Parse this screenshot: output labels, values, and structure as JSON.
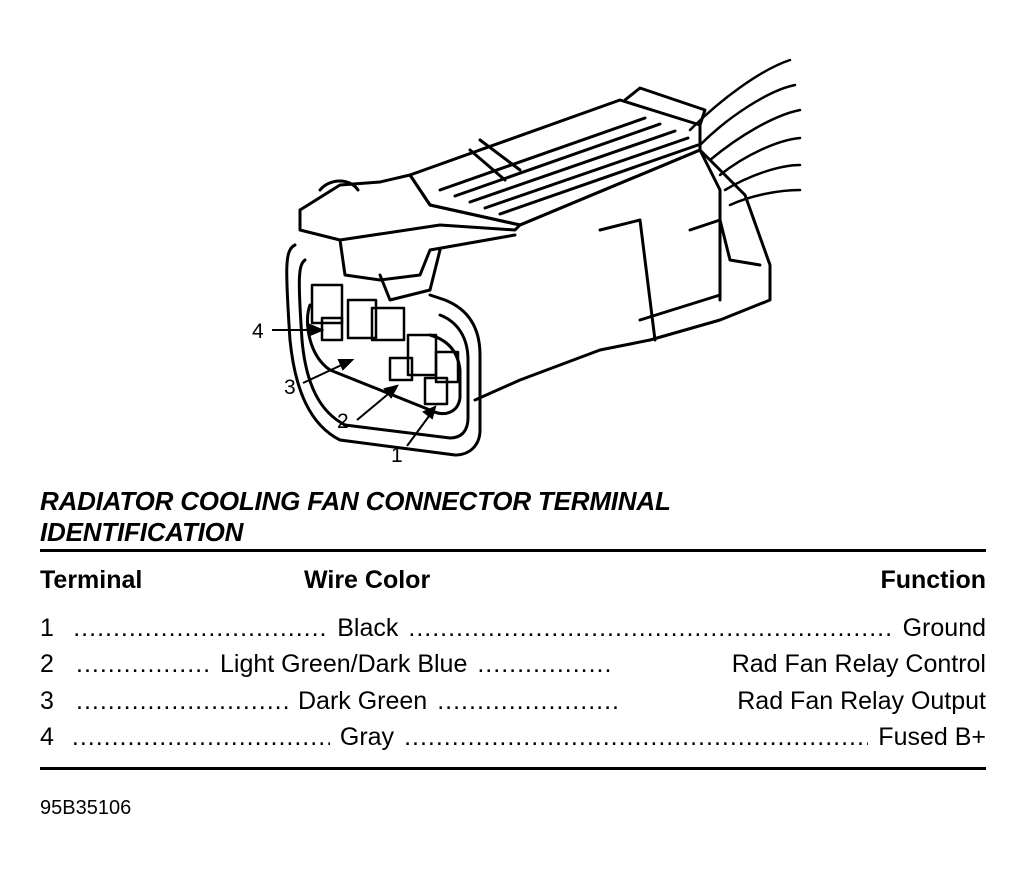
{
  "callouts": [
    "4",
    "3",
    "2",
    "1"
  ],
  "title": "RADIATOR COOLING FAN CONNECTOR TERMINAL IDENTIFICATION",
  "table": {
    "headers": {
      "terminal": "Terminal",
      "wire_color": "Wire Color",
      "function": "Function"
    },
    "rows": [
      {
        "terminal": "1",
        "lead_a": "........................................",
        "wire_color": "Black",
        "lead_b": "..................................................................",
        "function": "Ground"
      },
      {
        "terminal": "2",
        "lead_a": ".................",
        "wire_color": "Light Green/Dark Blue",
        "lead_b": ".................",
        "function": "Rad Fan Relay Control"
      },
      {
        "terminal": "3",
        "lead_a": ".................................",
        "wire_color": "Dark Green",
        "lead_b": ".......................",
        "function": "Rad Fan Relay Output"
      },
      {
        "terminal": "4",
        "lead_a": "........................................",
        "wire_color": "Gray",
        "lead_b": "..................................................................",
        "function": "Fused B+"
      }
    ]
  },
  "figure_id": "95B35106"
}
